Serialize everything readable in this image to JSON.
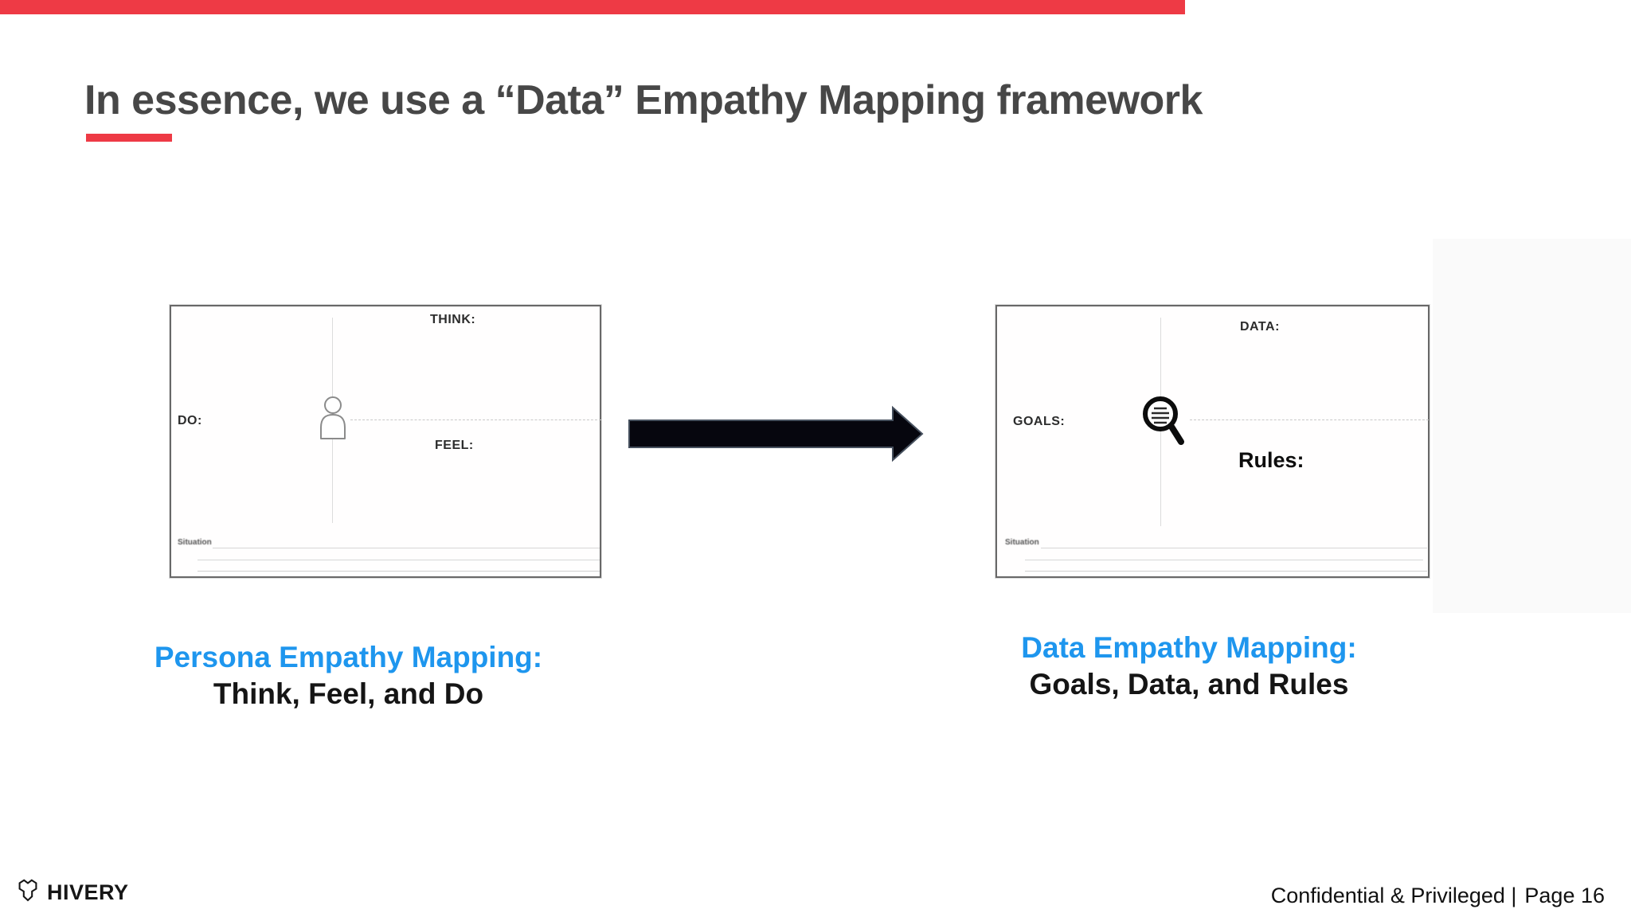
{
  "title": {
    "text": "In essence, we use a “Data” Empathy Mapping framework"
  },
  "accent": {
    "red": "#ee3a45",
    "blue": "#1e96ee"
  },
  "persona_map": {
    "think_label": "THINK:",
    "do_label": "DO:",
    "feel_label": "FEEL:",
    "situation_label": "Situation",
    "caption_title": "Persona Empathy Mapping:",
    "caption_subtitle": "Think, Feel, and Do"
  },
  "data_map": {
    "data_label": "DATA:",
    "goals_label": "GOALS:",
    "rules_label": "Rules:",
    "situation_label": "Situation",
    "caption_title": "Data Empathy Mapping:",
    "caption_subtitle": "Goals, Data, and Rules"
  },
  "footer": {
    "brand": "HIVERY",
    "confidential": "Confidential & Privileged |",
    "page": "Page 16"
  }
}
